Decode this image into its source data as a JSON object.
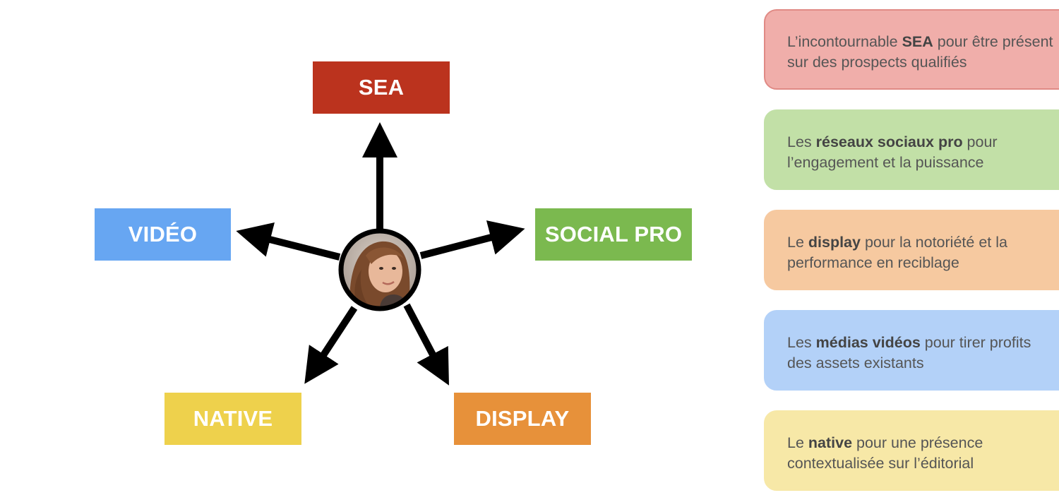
{
  "diagram": {
    "nodes": {
      "sea": {
        "label": "SEA",
        "color": "#bb331e"
      },
      "social": {
        "label": "SOCIAL PRO",
        "color": "#7bb94f"
      },
      "display": {
        "label": "DISPLAY",
        "color": "#e7913a"
      },
      "native": {
        "label": "NATIVE",
        "color": "#eed14c"
      },
      "video": {
        "label": "VIDÉO",
        "color": "#67a6f2"
      }
    },
    "center_icon": "person-portrait-icon"
  },
  "cards": [
    {
      "before": "L’incontournable ",
      "bold": "SEA",
      "after": " pour être présent sur des prospects qualifiés",
      "bg": "#f0aeaa",
      "border": "#e08a85"
    },
    {
      "before": "Les ",
      "bold": "réseaux sociaux pro",
      "after": " pour l’engagement et la puissance",
      "bg": "#c2e0a7",
      "border": "#c2e0a7"
    },
    {
      "before": "Le ",
      "bold": "display",
      "after": " pour la notoriété et la performance en reciblage",
      "bg": "#f6c9a0",
      "border": "#f6c9a0"
    },
    {
      "before": "Les ",
      "bold": "médias vidéos",
      "after": " pour tirer profits des assets existants",
      "bg": "#b3d1f8",
      "border": "#b3d1f8"
    },
    {
      "before": "Le ",
      "bold": "native",
      "after": " pour une présence contextualisée sur l’éditorial",
      "bg": "#f7e8a7",
      "border": "#f7e8a7"
    }
  ]
}
